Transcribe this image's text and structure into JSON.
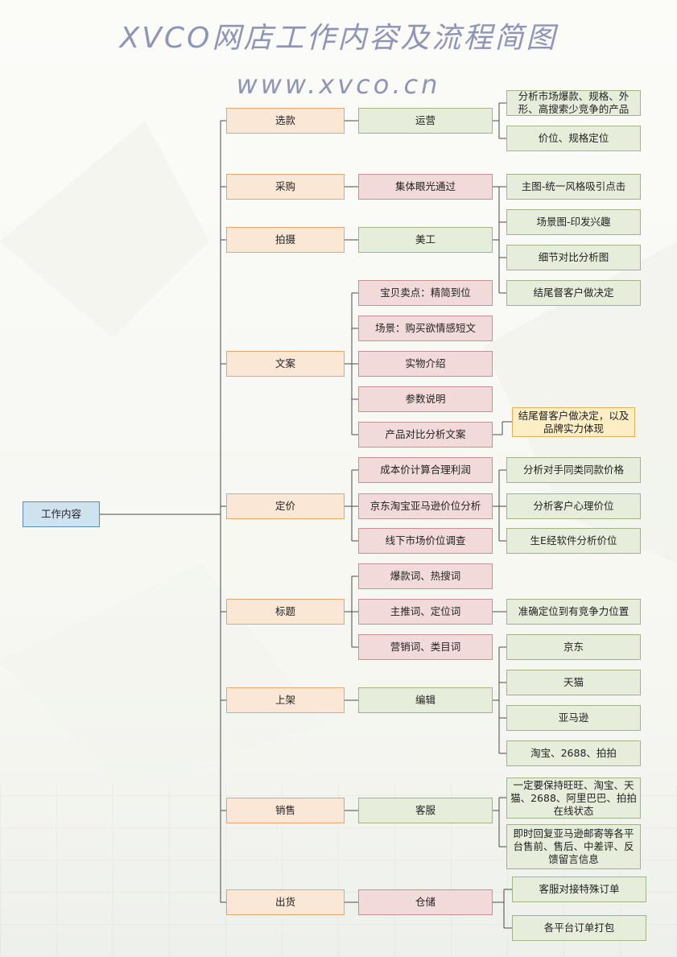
{
  "title": "XVCO网店工作内容及流程简图",
  "subtitle": "www.xvco.cn",
  "root": "工作内容",
  "categories": {
    "xuankuan": "选款",
    "caigou": "采购",
    "paishe": "拍摄",
    "wenan": "文案",
    "dingjia": "定价",
    "biaoti": "标题",
    "shangjia": "上架",
    "xiaoshou": "销售",
    "chuhuo": "出货"
  },
  "level2": {
    "yunying": "运营",
    "jiti": "集体眼光通过",
    "meigong": "美工",
    "maidian": "宝贝卖点：精简到位",
    "changjing": "场景：购买欲情感短文",
    "shiwu": "实物介绍",
    "canshu": "参数说明",
    "duibi_wenan": "产品对比分析文案",
    "chengben": "成本价计算合理利润",
    "jingdong_fenxi": "京东淘宝亚马逊价位分析",
    "xianxia": "线下市场价位调查",
    "baokuan": "爆款词、热搜词",
    "zhutui": "主推词、定位词",
    "yingxiao": "营销词、类目词",
    "bianji": "编辑",
    "kefu": "客服",
    "cangchu": "仓储"
  },
  "level3": {
    "fenxi_shichang": "分析市场爆款、规格、外形、高搜索少竞争的产品",
    "jiawei": "价位、规格定位",
    "zhutu": "主图-统一风格吸引点击",
    "changjingtu": "场景图-印发兴趣",
    "xijie": "细节对比分析图",
    "jiewei": "结尾督客户做决定",
    "jiewei_pinpai": "结尾督客户做决定，以及品牌实力体现",
    "duishou": "分析对手同类同款价格",
    "xinli": "分析客户心理价位",
    "ruanjian": "生E经软件分析价位",
    "zhunque": "准确定位到有竞争力位置",
    "jd": "京东",
    "tmall": "天猫",
    "amazon": "亚马逊",
    "taobao": "淘宝、2688、拍拍",
    "wangwang": "一定要保持旺旺、淘宝、天猫、2688、阿里巴巴、拍拍在线状态",
    "huifu": "即时回复亚马逊邮寄等各平台售前、售后、中差评、反馈留言信息",
    "tezhu": "客服对接特殊订单",
    "dabao": "各平台订单打包"
  },
  "colors": {
    "line": "#4a4a4a",
    "root_fill": "#cfe2ef",
    "category_fill": "#fbe7d6",
    "green_fill": "#e6eedb",
    "pink_fill": "#f2dada",
    "highlight_fill": "#fdeec6",
    "title": "#8f95b6"
  }
}
